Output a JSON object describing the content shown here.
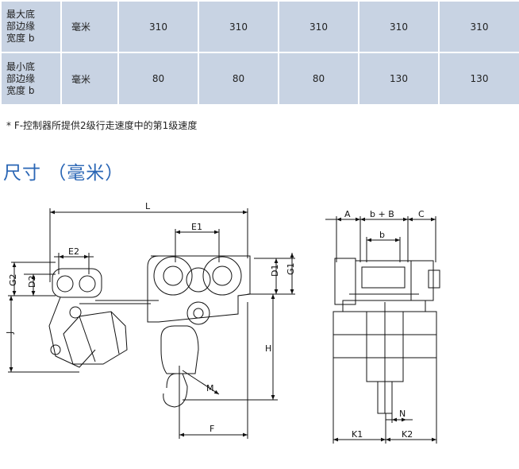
{
  "table": {
    "rows": [
      {
        "label": [
          "最大底",
          "部边缘",
          "宽度 b"
        ],
        "unit": "毫米",
        "values": [
          "310",
          "310",
          "310",
          "310",
          "310"
        ]
      },
      {
        "label": [
          "最小底",
          "部边缘",
          "宽度 b"
        ],
        "unit": "毫米",
        "values": [
          "80",
          "80",
          "80",
          "130",
          "130"
        ]
      }
    ]
  },
  "footnote": "* F-控制器所提供2级行走速度中的第1级速度",
  "section_title": "尺寸 （毫米）",
  "side_view": {
    "labels": {
      "L": "L",
      "E1": "E1",
      "E2": "E2",
      "G2": "G2",
      "D2": "D2",
      "D1": "D1",
      "G1": "G1",
      "J": "J",
      "H": "H",
      "M": "M",
      "F": "F"
    }
  },
  "front_view": {
    "labels": {
      "A": "A",
      "bB": "b + B",
      "C": "C",
      "b": "b",
      "N": "N",
      "K1": "K1",
      "K2": "K2"
    }
  }
}
